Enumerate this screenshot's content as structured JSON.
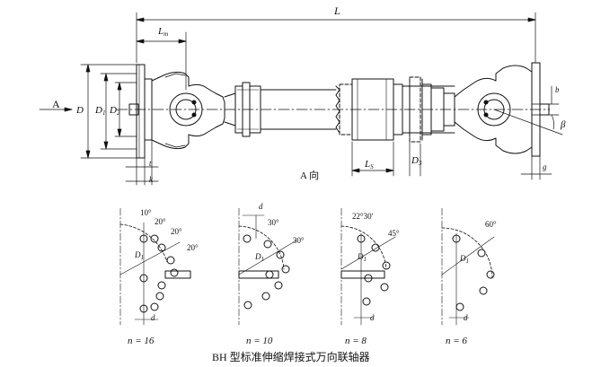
{
  "drawing": {
    "caption": "BH 型标准伸缩焊接式万向联轴器",
    "view_label": "A 向",
    "arrow_label": "A",
    "dims": {
      "L": "L",
      "Lm": "L",
      "Lm_sub": "m",
      "D": "D",
      "D1": "D",
      "D1_sub": "1",
      "D2": "D",
      "D2_sub": "2",
      "D3": "D",
      "D3_sub": "3",
      "Ls": "L",
      "Ls_sub": "S",
      "t": "t",
      "k": "k",
      "b": "b",
      "g": "g",
      "beta": "β"
    }
  },
  "flange_views": [
    {
      "n_label": "n = 16",
      "angles": [
        "10°",
        "20°",
        "20°",
        "20°"
      ],
      "d_label": "d",
      "D1_label": "D",
      "D1_sub": "1"
    },
    {
      "n_label": "n = 10",
      "angles": [
        "30°",
        "30°"
      ],
      "d_label": "d",
      "D1_label": "D",
      "D1_sub": "1"
    },
    {
      "n_label": "n = 8",
      "angles": [
        "22°30′",
        "45°"
      ],
      "d_label": "d",
      "D1_label": "D",
      "D1_sub": "1"
    },
    {
      "n_label": "n = 6",
      "angles": [
        "60°"
      ],
      "d_label": "d",
      "D1_label": "D",
      "D1_sub": "1"
    }
  ]
}
